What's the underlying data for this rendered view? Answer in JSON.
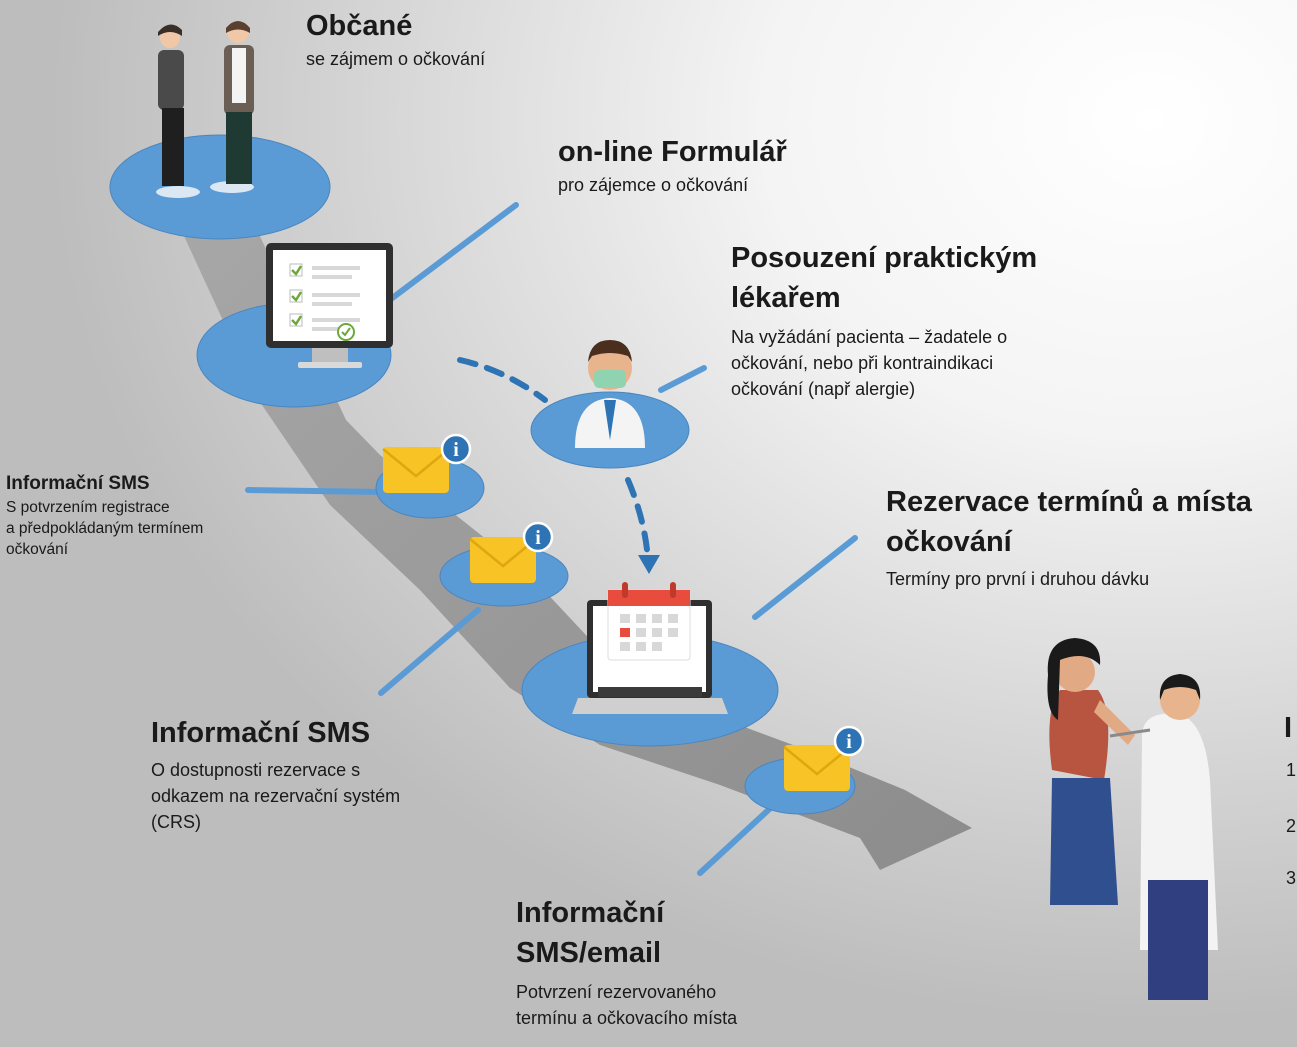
{
  "steps": {
    "citizens": {
      "title": "Občané",
      "desc": "se zájmem o očkování"
    },
    "form": {
      "title": "on-line Formulář",
      "desc": "pro zájemce o očkování"
    },
    "doctor": {
      "title_line1": "Posouzení praktickým",
      "title_line2": "lékařem",
      "desc_line1": "Na vyžádání pacienta – žadatele o",
      "desc_line2": "očkování, nebo při kontraindikaci",
      "desc_line3": "očkování (např alergie)"
    },
    "sms1": {
      "title": "Informační SMS",
      "desc_line1": "S potvrzením registrace",
      "desc_line2": "a předpokládaným termínem",
      "desc_line3": "očkování"
    },
    "reservation": {
      "title_line1": "Rezervace termínů a místa",
      "title_line2": "očkování",
      "desc": "Termíny pro první i druhou dávku"
    },
    "sms2": {
      "title": "Informační SMS",
      "desc_line1": "O dostupnosti rezervace s",
      "desc_line2": "odkazem na rezervační systém",
      "desc_line3": "(CRS)"
    },
    "sms3": {
      "title_line1": "Informační",
      "title_line2": "SMS/email",
      "desc_line1": "Potvrzení rezervovaného",
      "desc_line2": "termínu a očkovacího místa"
    },
    "vaccination": {
      "title_partial": "I",
      "item1": "1",
      "item2": "2",
      "item3": "3"
    }
  },
  "colors": {
    "ellipse": "#5b9bd5",
    "connector": "#5b9bd5",
    "path": "#9a9a9a",
    "envelope": "#f7c325",
    "info_badge": "#2e74b5",
    "text": "#1a1a1a"
  },
  "icons": [
    "people-icon",
    "form-monitor-icon",
    "doctor-icon",
    "envelope-info-icon",
    "calendar-laptop-icon",
    "vaccination-icon"
  ]
}
